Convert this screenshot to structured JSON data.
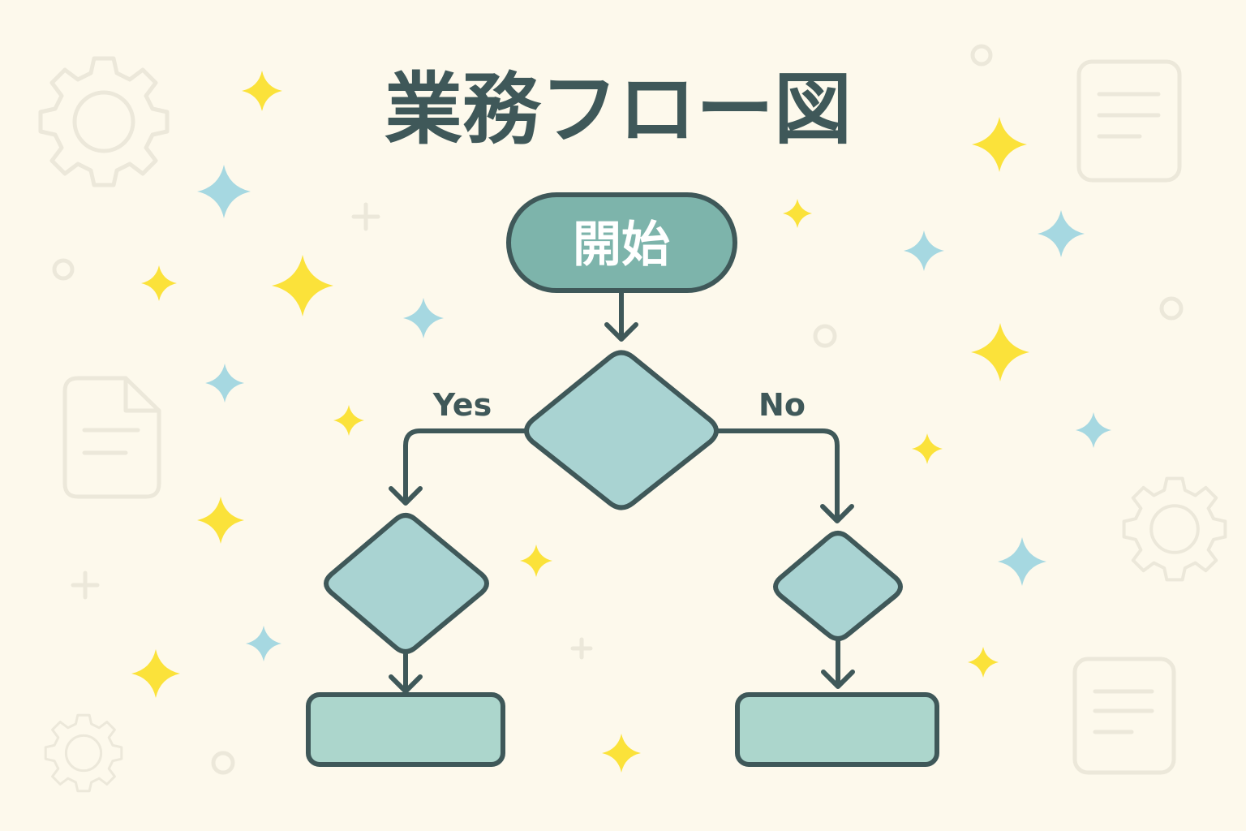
{
  "title": "業務フロー図",
  "start_node": {
    "label": "開始"
  },
  "branches": {
    "yes": "Yes",
    "no": "No"
  },
  "colors": {
    "background": "#fdf9ec",
    "stroke": "#3f5859",
    "start_fill": "#7db4ab",
    "diamond_fill": "#a9d3d2",
    "process_fill": "#acd6cc",
    "sparkle_yellow": "#fbe23a",
    "sparkle_blue": "#a6d8e1",
    "decor": "#ece8da"
  }
}
